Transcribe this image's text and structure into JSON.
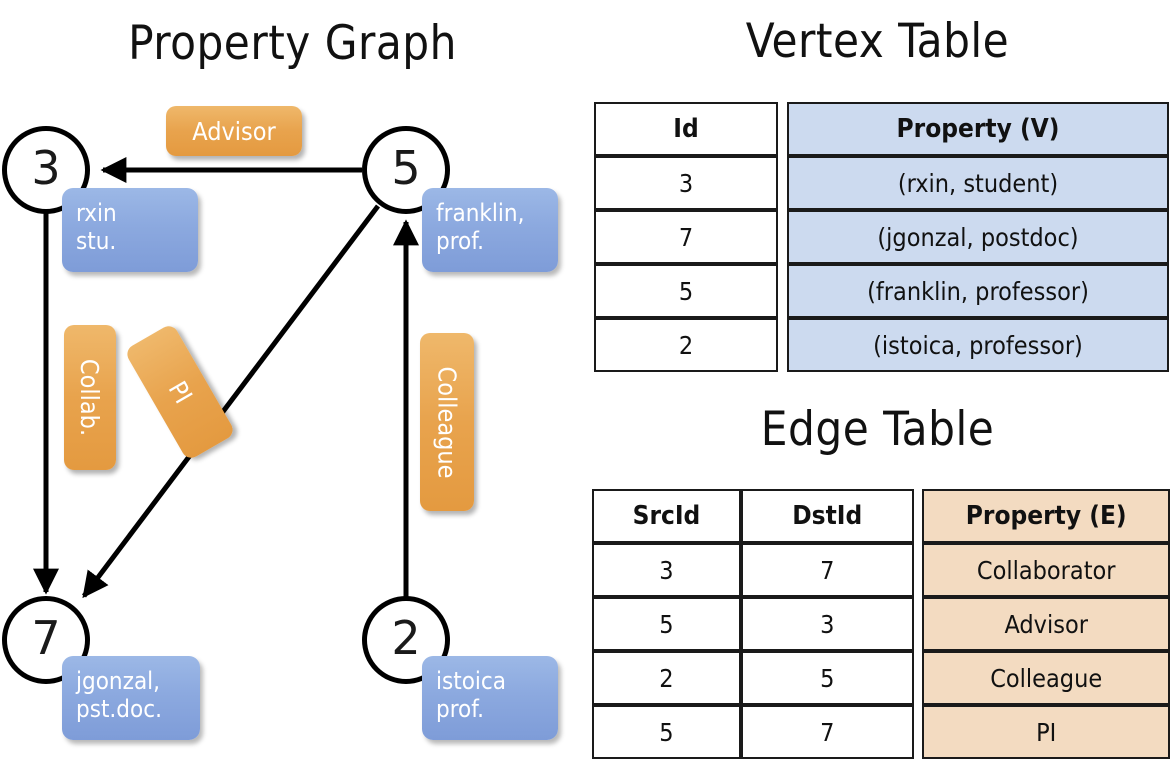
{
  "titles": {
    "property_graph": "Property Graph",
    "vertex_table": "Vertex Table",
    "edge_table": "Edge Table"
  },
  "graph": {
    "vertices": [
      {
        "id": "3",
        "property_lines": [
          "rxin",
          "stu."
        ]
      },
      {
        "id": "5",
        "property_lines": [
          "franklin,",
          "prof."
        ]
      },
      {
        "id": "7",
        "property_lines": [
          "jgonzal,",
          "pst.doc."
        ]
      },
      {
        "id": "2",
        "property_lines": [
          "istoica",
          "prof."
        ]
      }
    ],
    "edge_labels": [
      {
        "label": "Advisor",
        "orientation": "horizontal"
      },
      {
        "label": "Collab.",
        "orientation": "vertical"
      },
      {
        "label": "PI",
        "orientation": "diagonal"
      },
      {
        "label": "Colleague",
        "orientation": "vertical"
      }
    ],
    "colors": {
      "vertex_property_box": "#8CA9DF",
      "edge_label_box": "#E8A34D",
      "stroke": "#000000"
    }
  },
  "vertex_table": {
    "headers": [
      "Id",
      "Property (V)"
    ],
    "rows": [
      {
        "id": "3",
        "property": "(rxin, student)"
      },
      {
        "id": "7",
        "property": "(jgonzal, postdoc)"
      },
      {
        "id": "5",
        "property": "(franklin, professor)"
      },
      {
        "id": "2",
        "property": "(istoica, professor)"
      }
    ],
    "shade_color": "#CCDAEF"
  },
  "edge_table": {
    "headers": [
      "SrcId",
      "DstId",
      "Property (E)"
    ],
    "rows": [
      {
        "src": "3",
        "dst": "7",
        "property": "Collaborator"
      },
      {
        "src": "5",
        "dst": "3",
        "property": "Advisor"
      },
      {
        "src": "2",
        "dst": "5",
        "property": "Colleague"
      },
      {
        "src": "5",
        "dst": "7",
        "property": "PI"
      }
    ],
    "shade_color": "#F3DBC1"
  }
}
